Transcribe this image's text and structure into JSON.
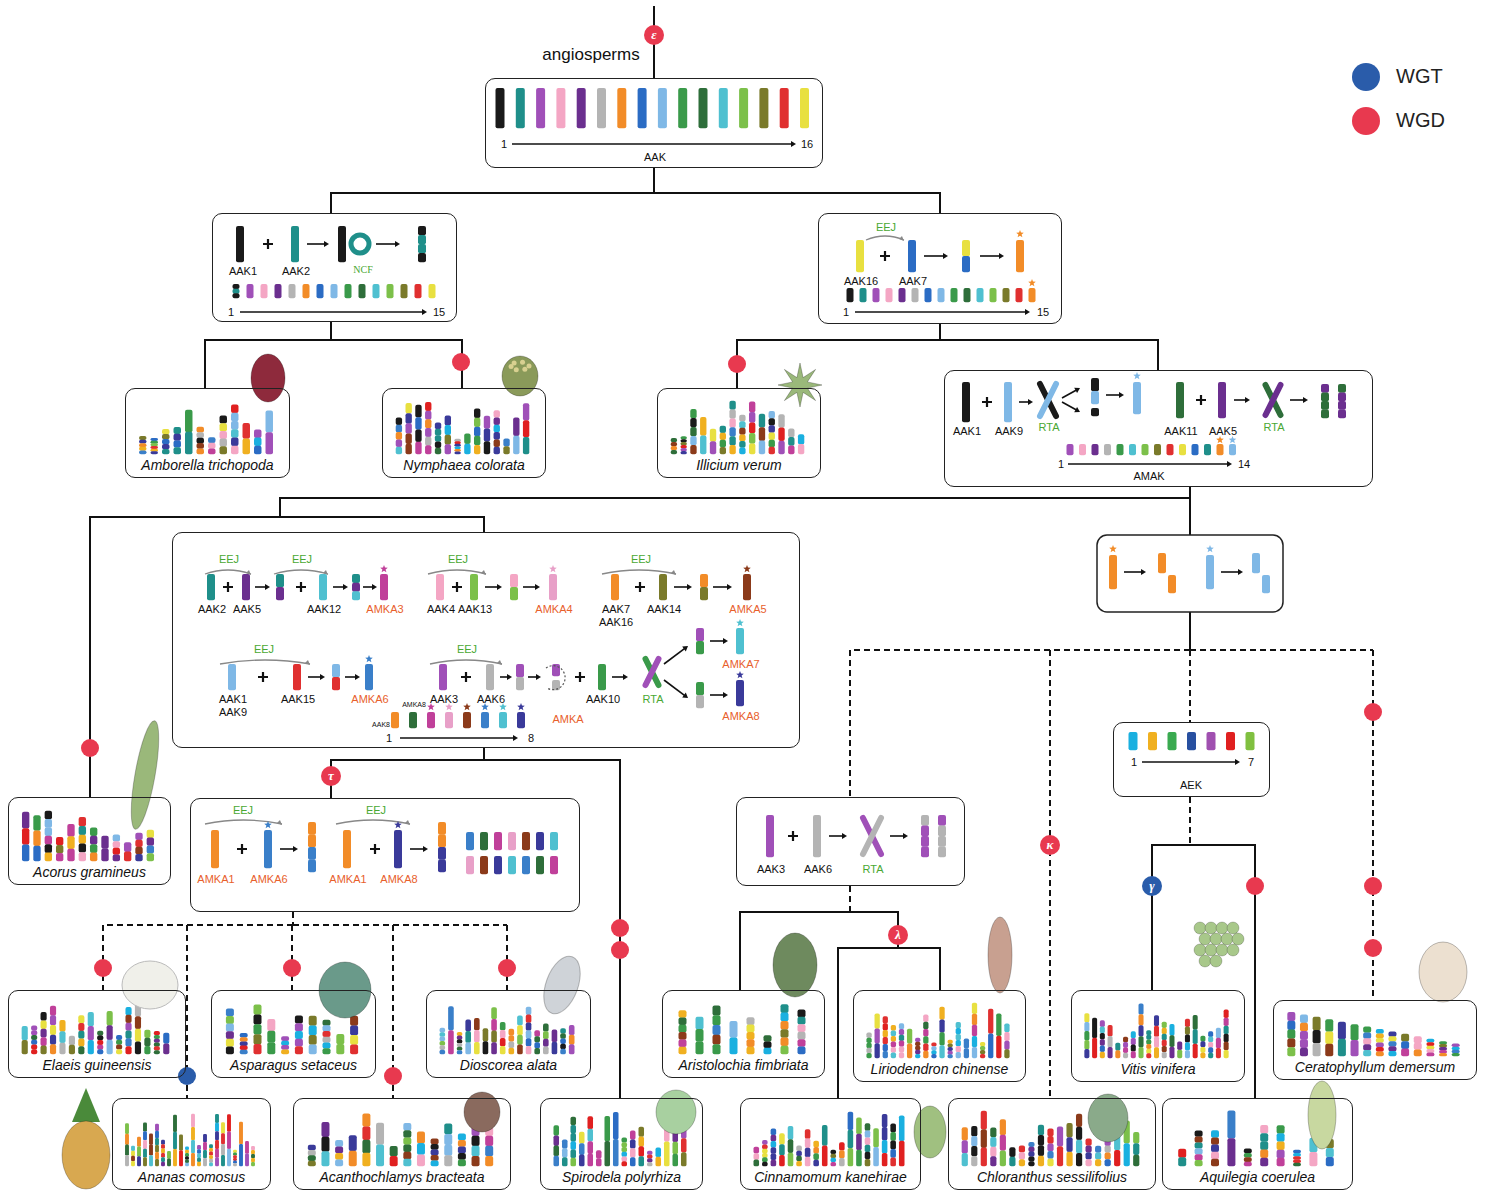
{
  "diagram": {
    "nodes": [
      {
        "text": [
          "angiosperms",
          "1",
          "16",
          "AAK"
        ]
      },
      {
        "text": [
          "AAK1",
          "AAK2",
          "NCF",
          "1",
          "15"
        ]
      },
      {
        "text": [
          "EEJ",
          "AAK16",
          "AAK7",
          "1",
          "15"
        ]
      },
      {
        "text": [
          "Amborella trichopoda"
        ]
      },
      {
        "text": [
          "Nymphaea colorata"
        ]
      },
      {
        "text": [
          "Illicium verum"
        ]
      },
      {
        "text": [
          "AAK1",
          "AAK9",
          "RTA",
          "AAK11",
          "AAK5",
          "RTA",
          "1",
          "14",
          "AMAK"
        ]
      },
      {
        "text": [
          "EEJ",
          "EEJ",
          "AAK2",
          "AAK5",
          "AAK12",
          "AMKA3",
          "EEJ",
          "AAK4",
          "AAK13",
          "AMKA4",
          "EEJ",
          "AAK7 AAK16",
          "AAK14",
          "AMKA5",
          "EEJ",
          "AAK1 AAK9",
          "AAK15",
          "AMKA6",
          "EEJ",
          "AAK3",
          "AAK6",
          "AAK10",
          "RTA",
          "AMKA7",
          "AMKA8",
          "AMKA",
          "AMKA8",
          "AAK8",
          "1",
          "8"
        ]
      },
      {
        "text": [
          "1",
          "7",
          "AEK"
        ]
      },
      {
        "text": [
          "Acorus gramineus"
        ]
      },
      {
        "text": [
          "EEJ",
          "AMKA1",
          "AMKA6",
          "EEJ",
          "AMKA1",
          "AMKA8"
        ]
      },
      {
        "text": [
          "AAK3",
          "AAK6",
          "RTA"
        ]
      },
      {
        "text": [
          "Elaeis guineensis"
        ]
      },
      {
        "text": [
          "Asparagus setaceus"
        ]
      },
      {
        "text": [
          "Dioscorea alata"
        ]
      },
      {
        "text": [
          "Aristolochia fimbriata"
        ]
      },
      {
        "text": [
          "Liriodendron chinense"
        ]
      },
      {
        "text": [
          "Vitis vinifera"
        ]
      },
      {
        "text": [
          "Ceratophyllum demersum"
        ]
      },
      {
        "text": [
          "Ananas comosus"
        ]
      },
      {
        "text": [
          "Acanthochlamys bracteata"
        ]
      },
      {
        "text": [
          "Spirodela polyrhiza"
        ]
      },
      {
        "text": [
          "Cinnamomum kanehirae"
        ]
      },
      {
        "text": [
          "Chloranthus sessilifolius"
        ]
      },
      {
        "text": [
          "Aquilegia coerulea"
        ]
      }
    ],
    "edges": [
      {
        "from": 0,
        "to": 1,
        "arrow": "none"
      },
      {
        "from": 0,
        "to": 2,
        "arrow": "none"
      },
      {
        "from": 1,
        "to": 3,
        "arrow": "none"
      },
      {
        "from": 1,
        "to": 4,
        "arrow": "none"
      },
      {
        "from": 2,
        "to": 5,
        "arrow": "none"
      },
      {
        "from": 2,
        "to": 6,
        "arrow": "none"
      },
      {
        "from": 6,
        "to": 9,
        "arrow": "none"
      },
      {
        "from": 6,
        "to": 7,
        "arrow": "none"
      },
      {
        "from": 6,
        "to": 11,
        "arrow": "none"
      },
      {
        "from": 6,
        "to": 23,
        "arrow": "none"
      },
      {
        "from": 6,
        "to": 8,
        "arrow": "none"
      },
      {
        "from": 6,
        "to": 18,
        "arrow": "none"
      },
      {
        "from": 7,
        "to": 10,
        "arrow": "none"
      },
      {
        "from": 7,
        "to": 21,
        "arrow": "none"
      },
      {
        "from": 10,
        "to": 12,
        "arrow": "none"
      },
      {
        "from": 10,
        "to": 19,
        "arrow": "none"
      },
      {
        "from": 10,
        "to": 13,
        "arrow": "none"
      },
      {
        "from": 10,
        "to": 20,
        "arrow": "none"
      },
      {
        "from": 10,
        "to": 14,
        "arrow": "none"
      },
      {
        "from": 11,
        "to": 15,
        "arrow": "none"
      },
      {
        "from": 11,
        "to": 22,
        "arrow": "none"
      },
      {
        "from": 11,
        "to": 16,
        "arrow": "none"
      },
      {
        "from": 8,
        "to": 17,
        "arrow": "none"
      },
      {
        "from": 8,
        "to": 24,
        "arrow": "none"
      }
    ],
    "labels": [
      "ε",
      "τ",
      "κ",
      "λ",
      "γ"
    ],
    "legend": [
      {
        "text": "WGT",
        "color": "#2a5caa"
      },
      {
        "text": "WGD",
        "color": "#e8394f"
      }
    ]
  }
}
